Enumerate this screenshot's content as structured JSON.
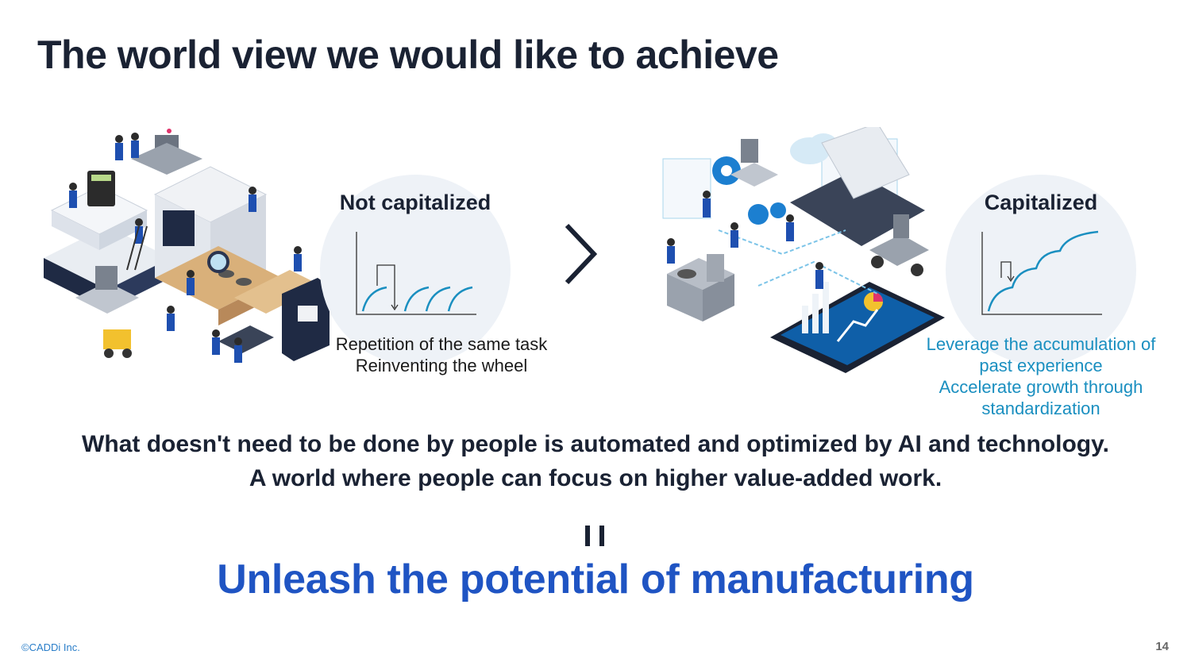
{
  "title": "The world view we would like to achieve",
  "left_panel": {
    "label": "Not capitalized",
    "caption_lines": [
      "Repetition of the same task",
      "Reinventing the wheel"
    ]
  },
  "right_panel": {
    "label": "Capitalized",
    "caption_lines": [
      "Leverage the accumulation of",
      "past experience",
      "Accelerate growth through",
      "standardization"
    ]
  },
  "statement_lines": [
    "What doesn't need to be done by people is automated and optimized by AI and technology.",
    "A world where people can focus on higher value-added work."
  ],
  "headline": "Unleash the potential of manufacturing",
  "footer": {
    "copyright": "©CADDi Inc.",
    "page_number": "14"
  },
  "colors": {
    "title": "#1a2233",
    "accent_blue": "#1f54c3",
    "teal": "#1a8fc0",
    "circle_bg": "#eef2f7"
  }
}
